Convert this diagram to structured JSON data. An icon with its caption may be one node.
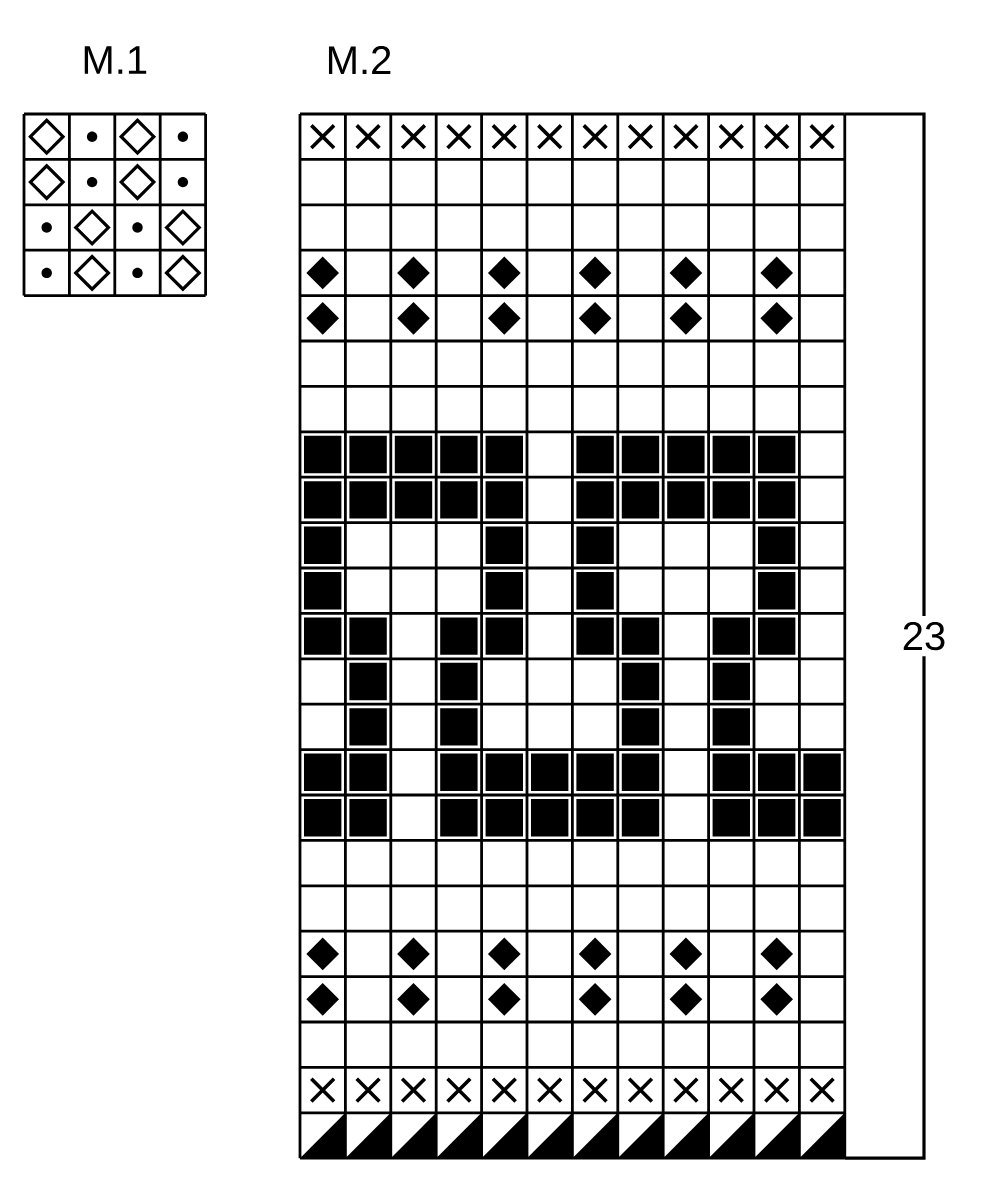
{
  "diagram": {
    "labels": [
      "M.1",
      "M.2",
      "23"
    ]
  }
}
